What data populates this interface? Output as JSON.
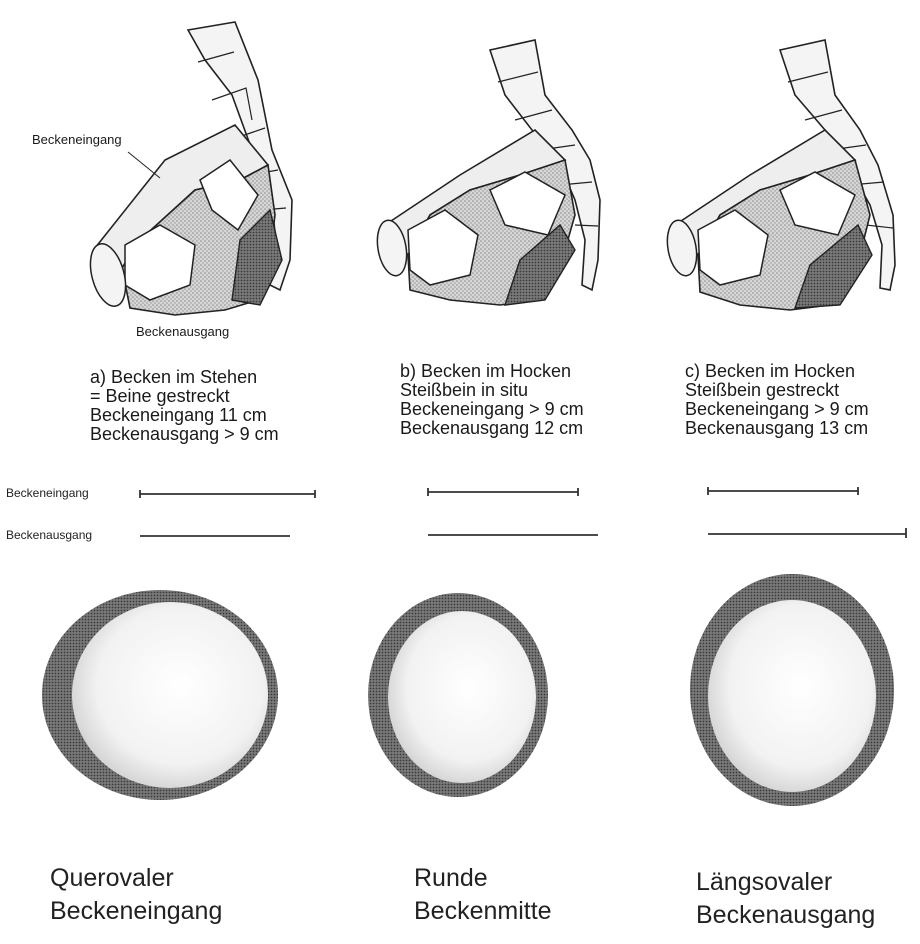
{
  "pelvis_labels": {
    "inlet": "Beckeneingang",
    "outlet": "Beckenausgang"
  },
  "captions": [
    {
      "id": "a",
      "lines": "a) Becken im Stehen\n= Beine gestreckt\nBeckeneingang 11 cm\nBeckenausgang > 9 cm"
    },
    {
      "id": "b",
      "lines": "b) Becken im Hocken\nSteißbein in situ\nBeckeneingang > 9 cm\nBeckenausgang 12 cm"
    },
    {
      "id": "c",
      "lines": "c) Becken im Hocken\nSteißbein gestreckt\nBeckeneingang > 9 cm\nBeckenausgang 13 cm"
    }
  ],
  "measure_rows": {
    "inlet_label": "Beckeneingang",
    "outlet_label": "Beckenausgang"
  },
  "shapes": [
    {
      "name": "Querovaler\nBeckeneingang"
    },
    {
      "name": "Runde\nBeckenmitte"
    },
    {
      "name": "Längsovaler\nBeckenausgang"
    }
  ]
}
